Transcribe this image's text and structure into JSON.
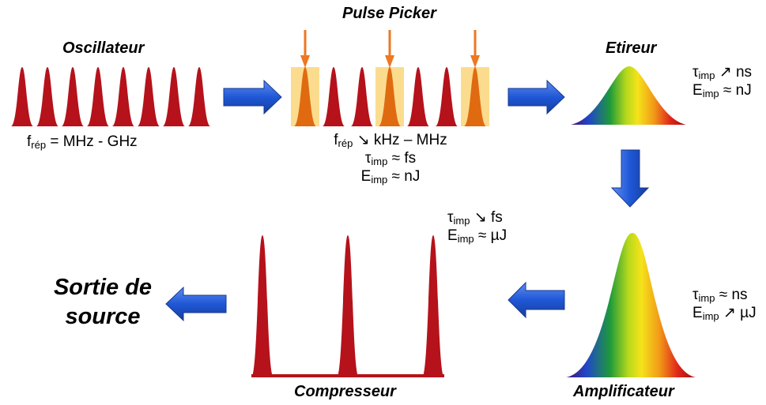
{
  "stages": {
    "oscillator": {
      "title": "Oscillateur"
    },
    "picker": {
      "title": "Pulse Picker"
    },
    "stretcher": {
      "title": "Etireur"
    },
    "amplifier": {
      "title": "Amplificateur"
    },
    "compressor": {
      "title": "Compresseur"
    }
  },
  "output": {
    "line1": "Sortie de",
    "line2": "source"
  },
  "params": {
    "oscillator": {
      "f_sym": "f",
      "f_sub": "rép",
      "f_val": " = MHz - GHz"
    },
    "picker": {
      "f_sym": "f",
      "f_sub": "rép",
      "f_val": " ↘ kHz – MHz",
      "tau_sym": "τ",
      "tau_sub": "imp",
      "tau_val": " ≈ fs",
      "e_sym": "E",
      "e_sub": "imp",
      "e_val": " ≈ nJ"
    },
    "stretcher": {
      "tau_sym": "τ",
      "tau_sub": "imp",
      "tau_val": " ↗ ns",
      "e_sym": "E",
      "e_sub": "imp",
      "e_val": " ≈ nJ"
    },
    "amplifier": {
      "tau_sym": "τ",
      "tau_sub": "imp",
      "tau_val": " ≈ ns",
      "e_sym": "E",
      "e_sub": "imp",
      "e_val": " ↗ µJ"
    },
    "compressor": {
      "tau_sym": "τ",
      "tau_sub": "imp",
      "tau_val": " ↘ fs",
      "e_sym": "E",
      "e_sub": "imp",
      "e_val": " ≈ µJ"
    }
  },
  "colors": {
    "pulse": "#b5121b",
    "picked_pulse": "#e06a10",
    "picker_highlight": "#fbdc8e",
    "picker_arrow": "#ee7722",
    "flow_arrow": "#1f57d6"
  },
  "icons": [
    "flow-arrow-icon",
    "picker-arrow-icon",
    "pulse-icon",
    "spectrum-gauss-icon"
  ]
}
